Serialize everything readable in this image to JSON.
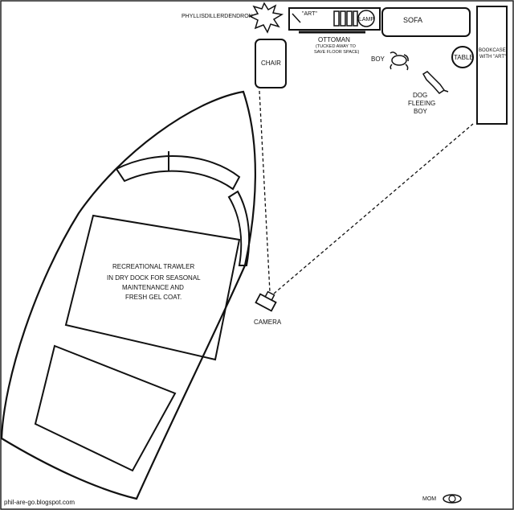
{
  "labels": {
    "plant": "PHYLLISDILLERDENDRON",
    "art_top": "\"ART\"",
    "lamp": "LAMP",
    "sofa": "SOFA",
    "ottoman": "OTTOMAN",
    "ottoman_note_1": "(TUCKED AWAY TO",
    "ottoman_note_2": "SAVE FLOOR SPACE)",
    "chair": "CHAIR",
    "boy": "BOY",
    "table": "TABLE",
    "bookcase_1": "BOOKCASE",
    "bookcase_2": "WITH \"ART\"",
    "dog_1": "DOG",
    "dog_2": "FLEEING",
    "dog_3": "BOY",
    "boat_1": "RECREATIONAL TRAWLER",
    "boat_2": "IN DRY DOCK FOR SEASONAL",
    "boat_3": "MAINTENANCE AND",
    "boat_4": "FRESH GEL COAT.",
    "camera": "CAMERA",
    "mom": "MOM",
    "watermark": "phil-are-go.blogspot.com"
  }
}
